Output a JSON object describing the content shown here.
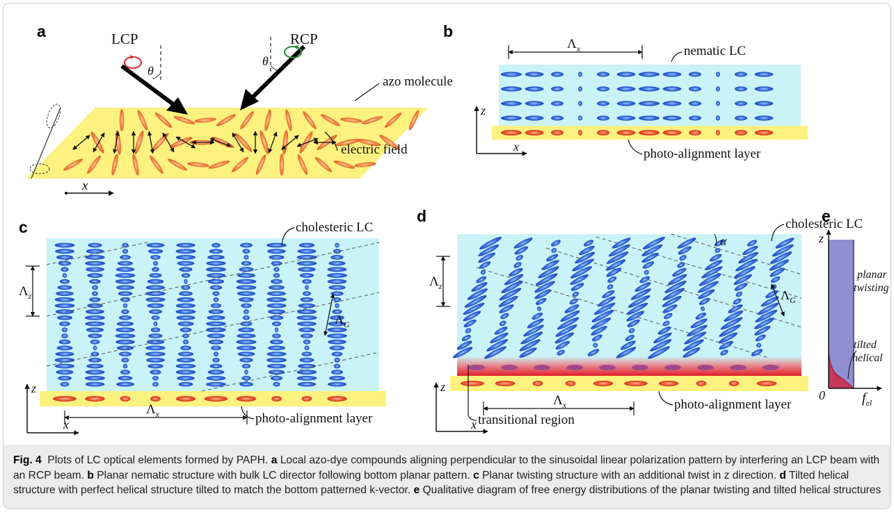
{
  "panels": {
    "a": {
      "letter": "a",
      "lcp": "LCP",
      "rcp": "RCP",
      "theta": "θ",
      "azo": "azo molecule",
      "efield": "electric field",
      "x": "x"
    },
    "b": {
      "letter": "b",
      "lambda_x": "Λx",
      "nematic": "nematic LC",
      "photo": "photo-alignment layer",
      "z": "z",
      "x": "x"
    },
    "c": {
      "letter": "c",
      "cholesteric": "cholesteric LC",
      "lambda_z": "Λz",
      "lambda_g": "ΛG",
      "lambda_x": "Λx",
      "photo": "photo-alignment layer",
      "z": "z",
      "x": "x"
    },
    "d": {
      "letter": "d",
      "cholesteric": "cholesteric LC",
      "alpha": "α",
      "lambda_z": "Λz",
      "lambda_g": "ΛG",
      "lambda_x": "Λx",
      "photo": "photo-alignment layer",
      "transitional": "transitional region",
      "z": "z",
      "x": "x"
    },
    "e": {
      "letter": "e",
      "z": "z",
      "origin": "0",
      "planar": "planar",
      "twisting": "twisting",
      "tilted": "tilted",
      "helical": "helical",
      "fel": "fel"
    }
  },
  "caption": {
    "fig_label": "Fig. 4",
    "intro": "Plots of LC optical elements formed by PAPH.",
    "a_label": "a",
    "a_text": "Local azo-dye compounds aligning perpendicular to the sinusoidal linear polarization pattern by interfering an LCP beam with an RCP beam.",
    "b_label": "b",
    "b_text": "Planar nematic structure with bulk LC director following bottom planar pattern.",
    "c_label": "c",
    "c_text": "Planar twisting structure with an additional twist in z direction.",
    "d_label": "d",
    "d_text": "Tilted helical structure with perfect helical structure tilted to match the bottom patterned k-vector.",
    "e_label": "e",
    "e_text": "Qualitative diagram of free energy distributions of the planar twisting and tilted helical structures"
  },
  "colors": {
    "lc_region": "#c9f3f7",
    "alignment_layer": "#fdf17f",
    "blue_molecule": "#2f63d8",
    "red_molecule": "#e8452a",
    "orange_molecule": "#f07a3a",
    "energy_planar": "#8f8fd2",
    "energy_helical": "#c4365a"
  }
}
